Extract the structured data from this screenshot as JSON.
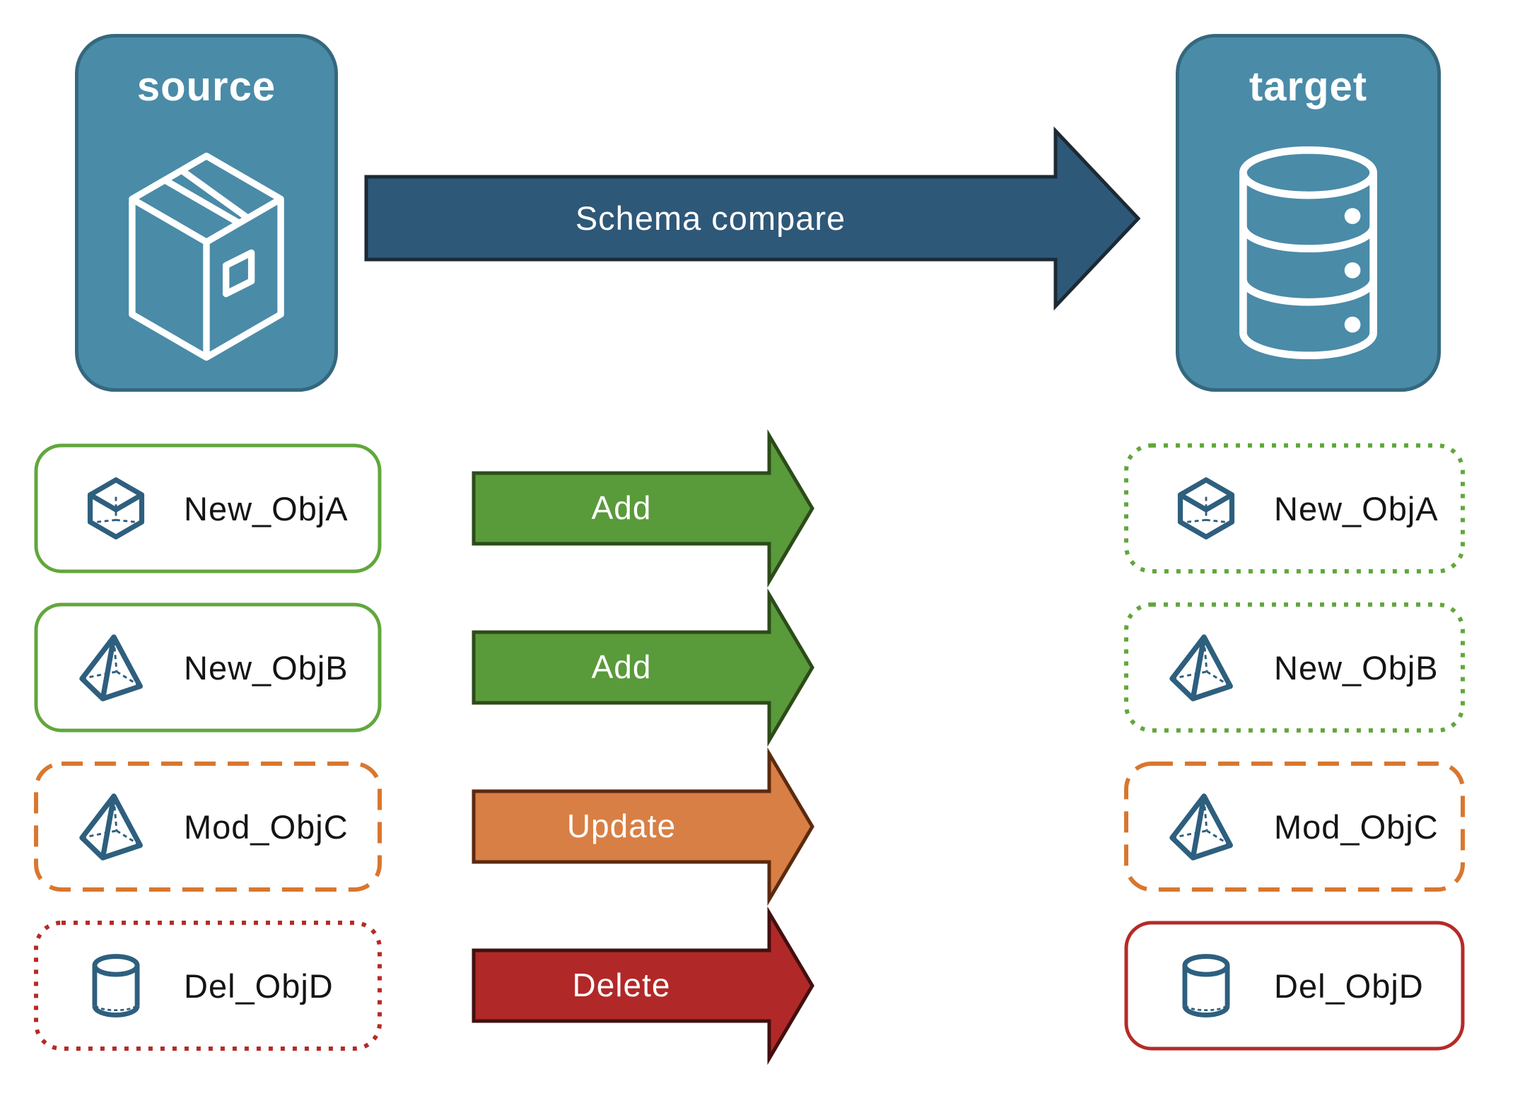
{
  "nodes": {
    "source": {
      "label": "source",
      "icon": "package-icon"
    },
    "target": {
      "label": "target",
      "icon": "database-icon"
    }
  },
  "compare_arrow": {
    "label": "Schema compare"
  },
  "rows": [
    {
      "left": {
        "label": "New_ObjA",
        "icon": "cube-icon",
        "border": "solid",
        "color": "green"
      },
      "arrow": {
        "label": "Add",
        "color": "green"
      },
      "right": {
        "label": "New_ObjA",
        "icon": "cube-icon",
        "border": "dotted",
        "color": "green"
      }
    },
    {
      "left": {
        "label": "New_ObjB",
        "icon": "pyramid-icon",
        "border": "solid",
        "color": "green"
      },
      "arrow": {
        "label": "Add",
        "color": "green"
      },
      "right": {
        "label": "New_ObjB",
        "icon": "pyramid-icon",
        "border": "dotted",
        "color": "green"
      }
    },
    {
      "left": {
        "label": "Mod_ObjC",
        "icon": "pyramid-icon",
        "border": "dashed",
        "color": "orange"
      },
      "arrow": {
        "label": "Update",
        "color": "orange"
      },
      "right": {
        "label": "Mod_ObjC",
        "icon": "pyramid-icon",
        "border": "dashed",
        "color": "orange"
      }
    },
    {
      "left": {
        "label": "Del_ObjD",
        "icon": "cylinder-icon",
        "border": "dotted",
        "color": "red"
      },
      "arrow": {
        "label": "Delete",
        "color": "red"
      },
      "right": {
        "label": "Del_ObjD",
        "icon": "cylinder-icon",
        "border": "solid",
        "color": "red"
      }
    }
  ],
  "colors": {
    "teal": "#4a8ba8",
    "teal-border": "#34687e",
    "navy": "#2e5878",
    "navy-dark": "#1c2a35",
    "green-fill": "#599a3a",
    "green-dark": "#2c4b19",
    "green-border": "#61a73c",
    "orange-fill": "#d87f45",
    "orange-dark": "#5b2a0f",
    "orange-border": "#d8772f",
    "red-fill": "#b12828",
    "red-dark": "#42100f",
    "red-border": "#b42b28",
    "icon-blue": "#2e5f7e",
    "label-ink": "#141414"
  }
}
